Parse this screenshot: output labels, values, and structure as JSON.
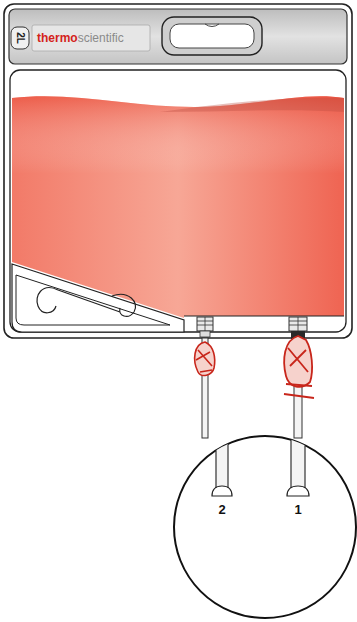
{
  "diagram": {
    "labels": [
      "2L",
      "thermo",
      "scientific",
      "2",
      "1"
    ]
  }
}
